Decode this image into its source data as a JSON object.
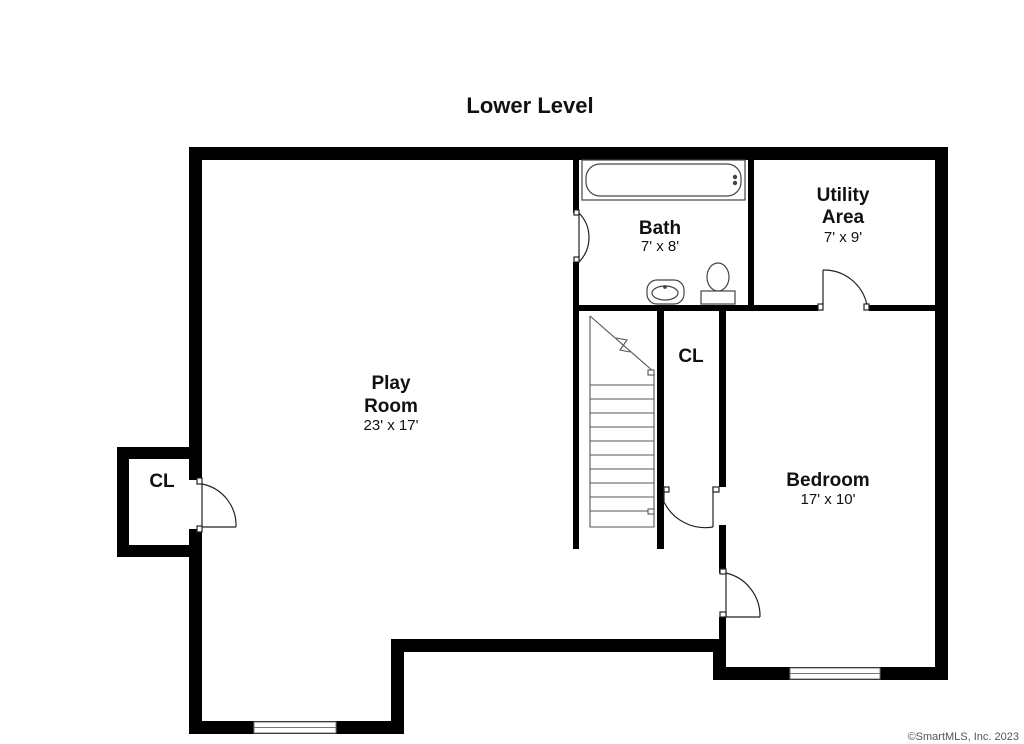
{
  "title": "Lower Level",
  "rooms": [
    {
      "id": "play-room",
      "name_lines": [
        "Play",
        "Room"
      ],
      "dimensions": "23' x 17'"
    },
    {
      "id": "bath",
      "name_lines": [
        "Bath"
      ],
      "dimensions": "7' x 8'"
    },
    {
      "id": "utility-area",
      "name_lines": [
        "Utility",
        "Area"
      ],
      "dimensions": "7' x 9'"
    },
    {
      "id": "bedroom",
      "name_lines": [
        "Bedroom"
      ],
      "dimensions": "17' x 10'"
    },
    {
      "id": "closet-west",
      "name_lines": [
        "CL"
      ],
      "dimensions": ""
    },
    {
      "id": "closet-center",
      "name_lines": [
        "CL"
      ],
      "dimensions": ""
    }
  ],
  "copyright": "©SmartMLS, Inc.  2023"
}
